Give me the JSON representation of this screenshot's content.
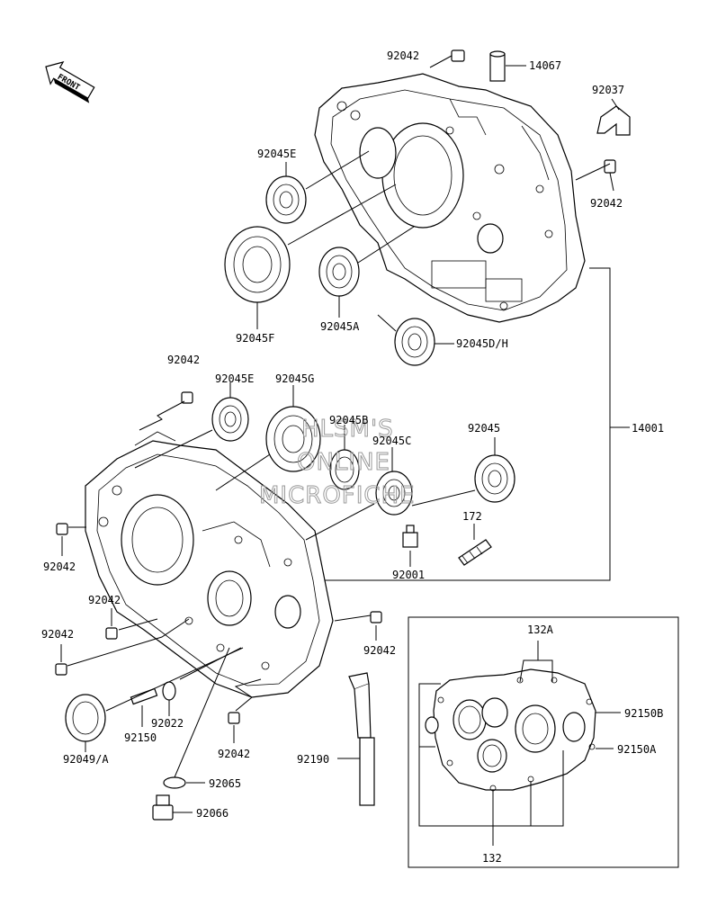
{
  "front_arrow": {
    "text": "FRONT",
    "icon": "front-arrow-icon"
  },
  "watermark": {
    "line1": "HLSM'S",
    "line2": "ONLINE",
    "line3": "MICROFICHE"
  },
  "labels": {
    "p92042_top": "92042",
    "p14067": "14067",
    "p92037": "92037",
    "p92042_right": "92042",
    "p92045E_top": "92045E",
    "p92045F": "92045F",
    "p92045A": "92045A",
    "p92045DH": "92045D/H",
    "p92042_mid": "92042",
    "p92045E_mid": "92045E",
    "p92045G": "92045G",
    "p92045B": "92045B",
    "p92045C": "92045C",
    "p92045": "92045",
    "p14001": "14001",
    "p172": "172",
    "p92001": "92001",
    "p92042_left": "92042",
    "p92042_left2": "92042",
    "p92042_left3": "92042",
    "p92042_bottom_mid": "92042",
    "p92042_bottom": "92042",
    "p92049A": "92049/A",
    "p92150": "92150",
    "p92022": "92022",
    "p92065": "92065",
    "p92066": "92066",
    "p92190": "92190",
    "p132A": "132A",
    "p92150B": "92150B",
    "p92150A": "92150A",
    "p132": "132"
  }
}
